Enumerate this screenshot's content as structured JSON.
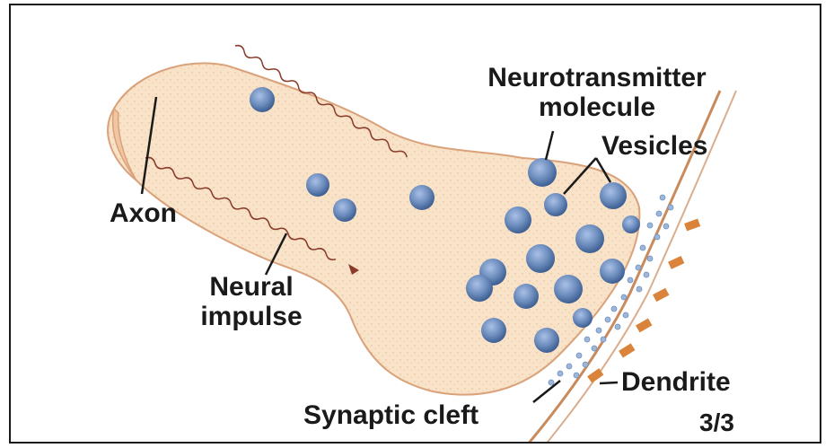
{
  "labels": {
    "neurotransmitter_molecule_line1": "Neurotransmitter",
    "neurotransmitter_molecule_line2": "molecule",
    "vesicles": "Vesicles",
    "axon": "Axon",
    "neural_impulse_line1": "Neural",
    "neural_impulse_line2": "impulse",
    "dendrite": "Dendrite",
    "synaptic_cleft": "Synaptic cleft",
    "page_number": "3/3"
  },
  "colors": {
    "axon_fill": "#f8e2c8",
    "axon_edge": "#d9a27a",
    "vesicle": "#6f8fbf",
    "membrane": "#c98a5c",
    "receptor": "#d9843a",
    "impulse": "#8a3b2a",
    "molecule": "#9db7db",
    "leader": "#1a1a1a"
  }
}
